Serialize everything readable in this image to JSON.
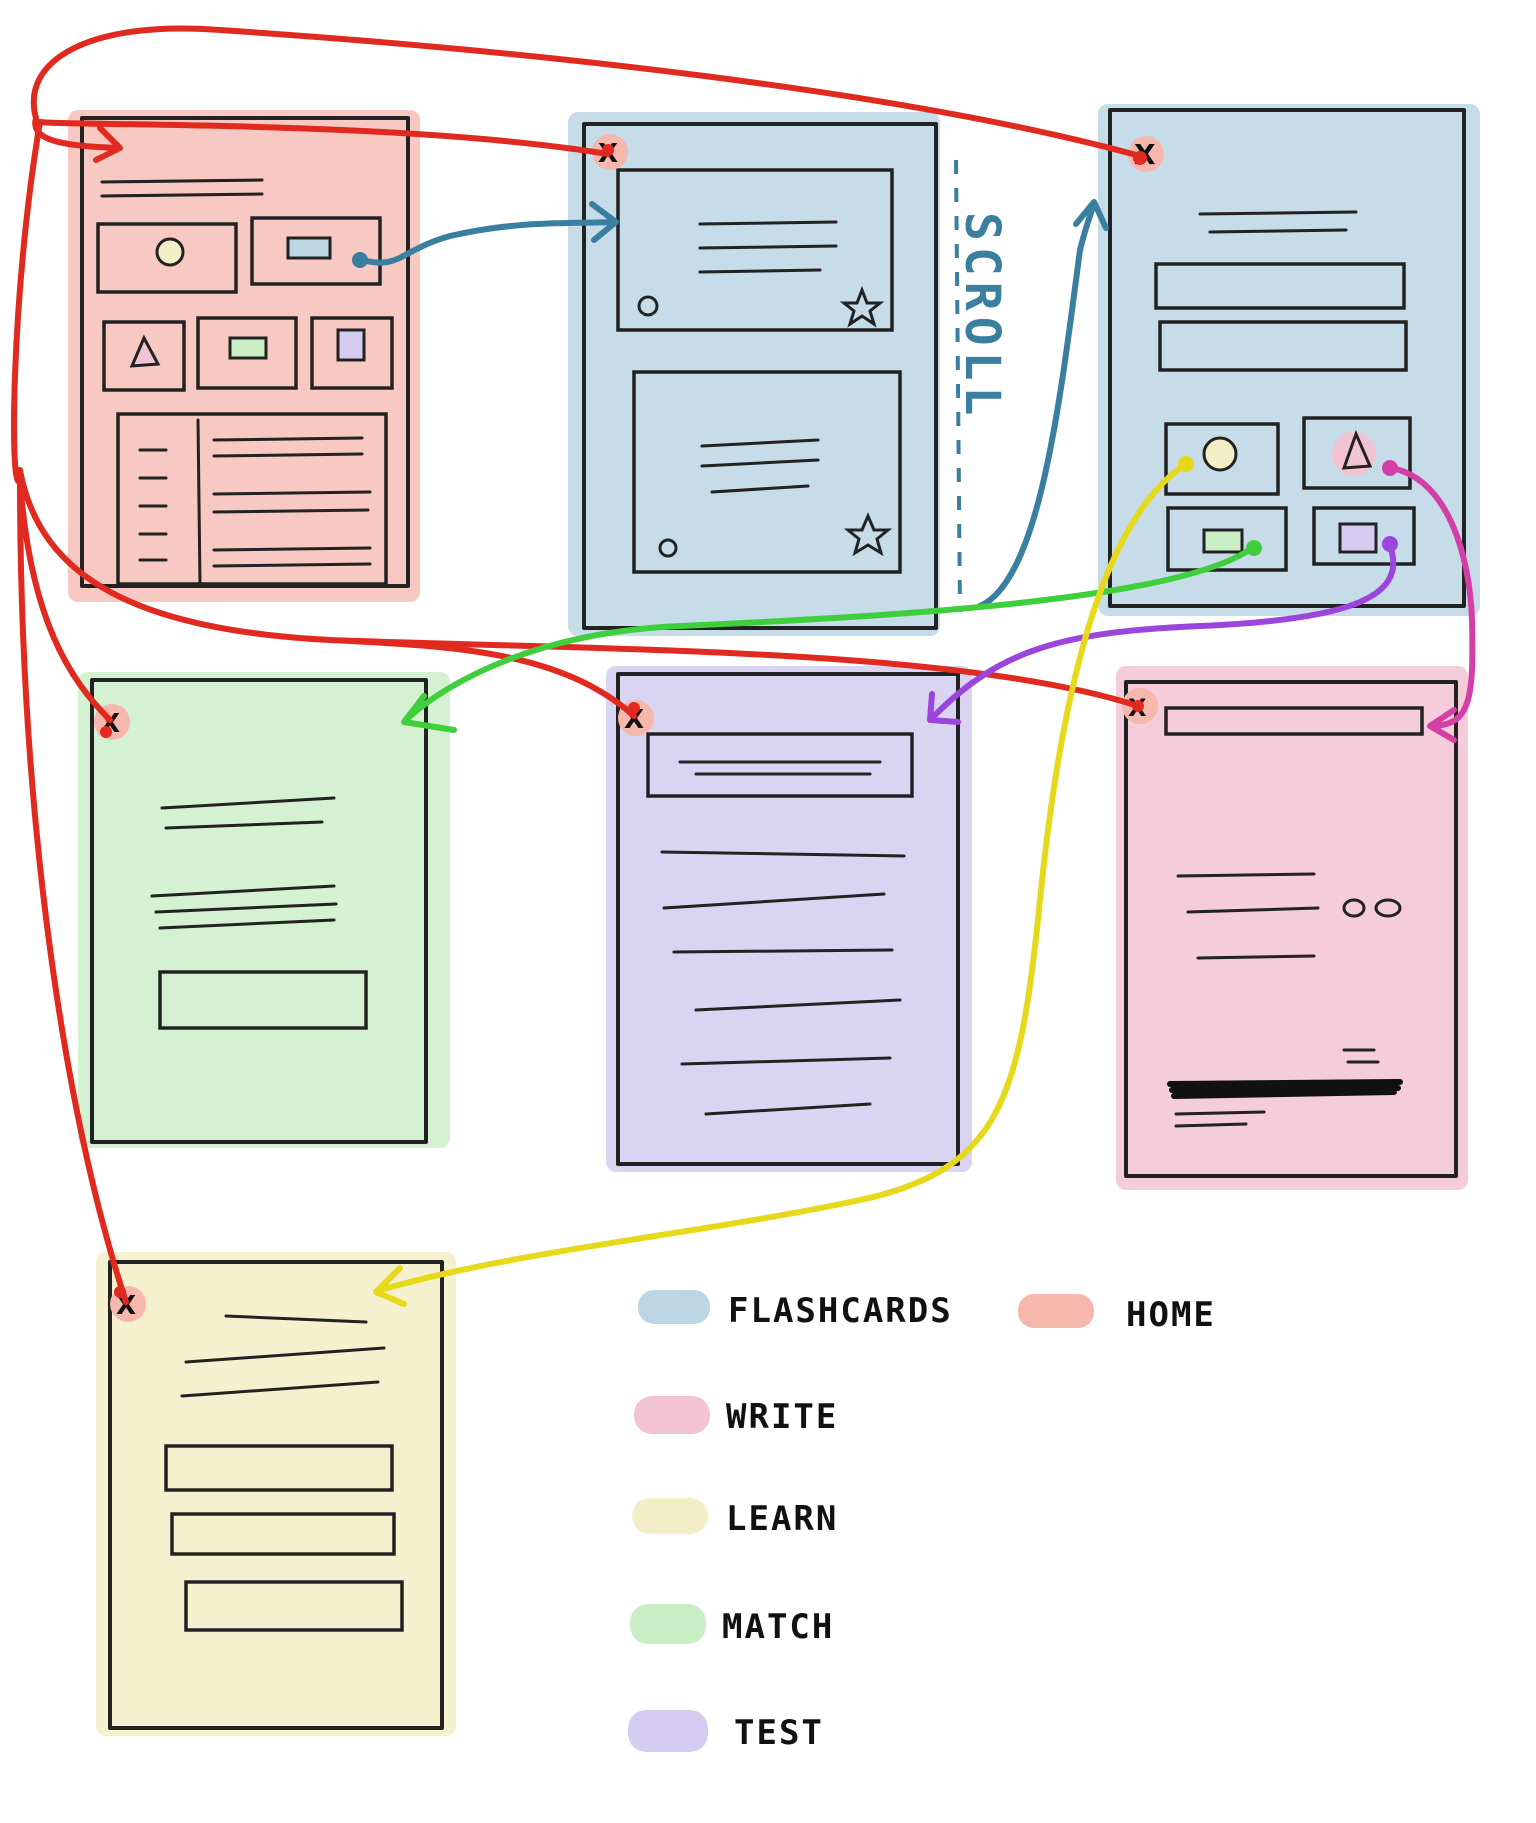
{
  "colors": {
    "home": "#f6b7ad",
    "flashcards": "#bcd6e4",
    "write": "#f2c3d3",
    "learn": "#f3eec6",
    "match": "#c9edc5",
    "test": "#d4cdf1",
    "red_arrow": "#e0291f",
    "blue_arrow": "#3a7fa0",
    "green_arrow": "#3fcf3d",
    "yellow_arrow": "#e6d81a",
    "purple_arrow": "#9b45dd",
    "magenta_arrow": "#d43fa6"
  },
  "scroll_label": "SCROLL",
  "close_glyph": "X",
  "legend": [
    {
      "label": "FLASHCARDS",
      "color_key": "flashcards"
    },
    {
      "label": "HOME",
      "color_key": "home"
    },
    {
      "label": "WRITE",
      "color_key": "write"
    },
    {
      "label": "LEARN",
      "color_key": "learn"
    },
    {
      "label": "MATCH",
      "color_key": "match"
    },
    {
      "label": "TEST",
      "color_key": "test"
    }
  ]
}
